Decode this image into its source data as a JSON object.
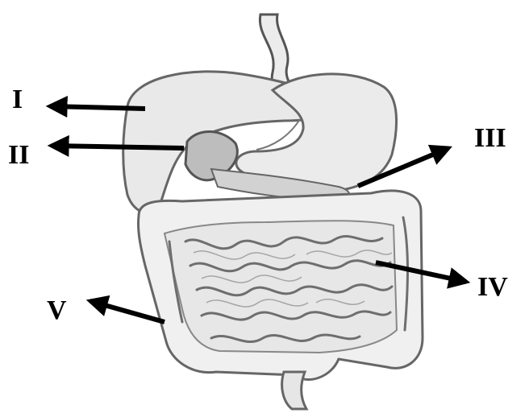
{
  "labels": {
    "i": "I",
    "ii": "II",
    "iii": "III",
    "iv": "IV",
    "v": "V"
  },
  "colors": {
    "ink": "#000000",
    "organ_fill": "#e6e6e6",
    "organ_stroke": "#555555",
    "shade": "#9a9a9a"
  }
}
